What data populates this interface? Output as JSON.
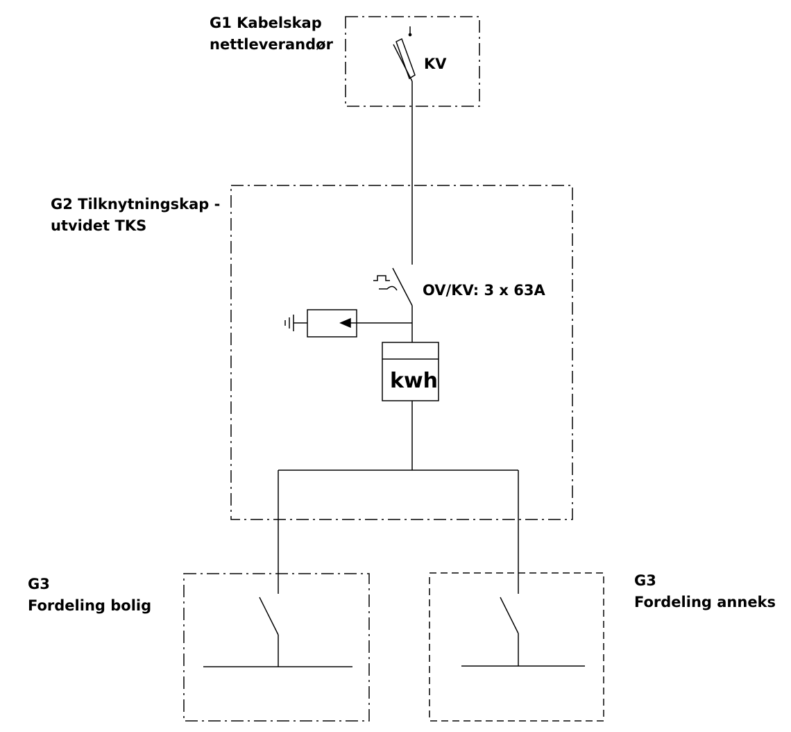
{
  "g1": {
    "line1": "G1 Kabelskap",
    "line2": "nettleverandør",
    "fuse_label": "KV"
  },
  "g2": {
    "line1": "G2 Tilknytningskap -",
    "line2": "utvidet TKS",
    "breaker_label": "OV/KV: 3 x 63A",
    "meter_label": "kwh"
  },
  "g3_bolig": {
    "line1": "G3",
    "line2": "Fordeling bolig"
  },
  "g3_anneks": {
    "line1": "G3",
    "line2": "Fordeling anneks"
  },
  "colors": {
    "line": "#000000",
    "background": "#ffffff"
  }
}
